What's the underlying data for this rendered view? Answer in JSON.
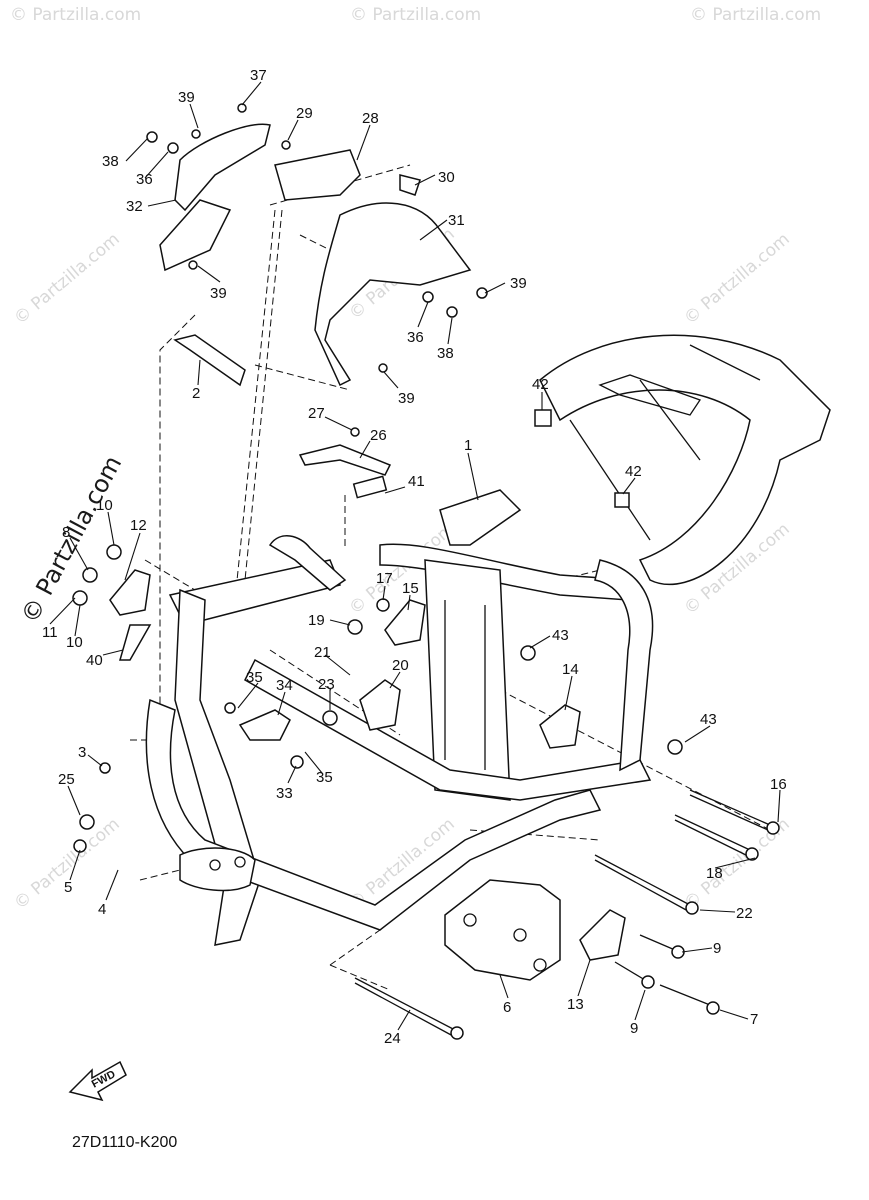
{
  "diagram": {
    "code": "27D1110-K200",
    "fwd_label": "FWD",
    "watermark_text": "© Partzilla.com",
    "watermark_big": "© Partzilla.com",
    "callouts": [
      {
        "id": "c37",
        "text": "37"
      },
      {
        "id": "c39a",
        "text": "39"
      },
      {
        "id": "c29",
        "text": "29"
      },
      {
        "id": "c28",
        "text": "28"
      },
      {
        "id": "c38a",
        "text": "38"
      },
      {
        "id": "c36a",
        "text": "36"
      },
      {
        "id": "c30",
        "text": "30"
      },
      {
        "id": "c32",
        "text": "32"
      },
      {
        "id": "c31",
        "text": "31"
      },
      {
        "id": "c39b",
        "text": "39"
      },
      {
        "id": "c39c",
        "text": "39"
      },
      {
        "id": "c36b",
        "text": "36"
      },
      {
        "id": "c38b",
        "text": "38"
      },
      {
        "id": "c2",
        "text": "2"
      },
      {
        "id": "c39d",
        "text": "39"
      },
      {
        "id": "c42a",
        "text": "42"
      },
      {
        "id": "c27",
        "text": "27"
      },
      {
        "id": "c26",
        "text": "26"
      },
      {
        "id": "c1",
        "text": "1"
      },
      {
        "id": "c42b",
        "text": "42"
      },
      {
        "id": "c41",
        "text": "41"
      },
      {
        "id": "c10a",
        "text": "10"
      },
      {
        "id": "c8",
        "text": "8"
      },
      {
        "id": "c12",
        "text": "12"
      },
      {
        "id": "c11",
        "text": "11"
      },
      {
        "id": "c10b",
        "text": "10"
      },
      {
        "id": "c17",
        "text": "17"
      },
      {
        "id": "c15",
        "text": "15"
      },
      {
        "id": "c19",
        "text": "19"
      },
      {
        "id": "c43a",
        "text": "43"
      },
      {
        "id": "c40",
        "text": "40"
      },
      {
        "id": "c21",
        "text": "21"
      },
      {
        "id": "c20",
        "text": "20"
      },
      {
        "id": "c14",
        "text": "14"
      },
      {
        "id": "c35a",
        "text": "35"
      },
      {
        "id": "c34",
        "text": "34"
      },
      {
        "id": "c23",
        "text": "23"
      },
      {
        "id": "c43b",
        "text": "43"
      },
      {
        "id": "c3",
        "text": "3"
      },
      {
        "id": "c33",
        "text": "33"
      },
      {
        "id": "c35b",
        "text": "35"
      },
      {
        "id": "c16",
        "text": "16"
      },
      {
        "id": "c25",
        "text": "25"
      },
      {
        "id": "c18",
        "text": "18"
      },
      {
        "id": "c5",
        "text": "5"
      },
      {
        "id": "c4",
        "text": "4"
      },
      {
        "id": "c22",
        "text": "22"
      },
      {
        "id": "c9a",
        "text": "9"
      },
      {
        "id": "c13",
        "text": "13"
      },
      {
        "id": "c9b",
        "text": "9"
      },
      {
        "id": "c6",
        "text": "6"
      },
      {
        "id": "c7",
        "text": "7"
      },
      {
        "id": "c24",
        "text": "24"
      }
    ]
  }
}
